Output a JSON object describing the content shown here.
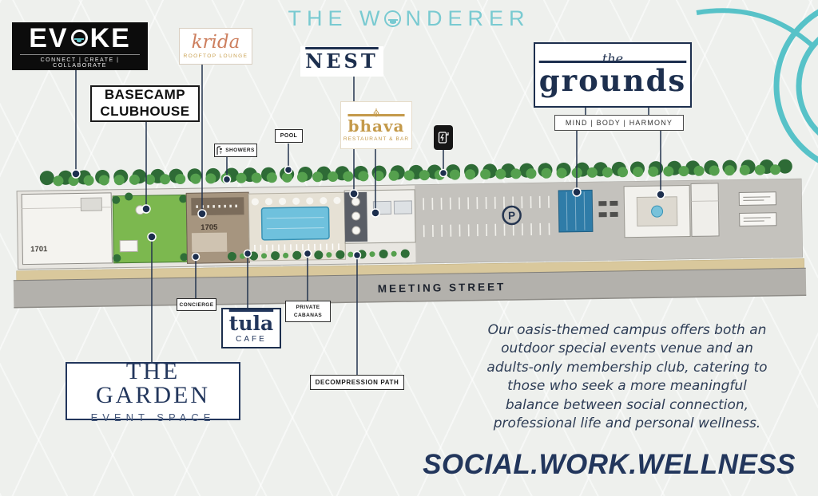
{
  "title": {
    "pre": "THE W",
    "post": "NDERER"
  },
  "logos": {
    "evoke": {
      "pre": "EV",
      "post": "KE",
      "tagline": "CONNECT | CREATE | COLLABORATE"
    },
    "krida": {
      "name": "krida",
      "tagline": "ROOFTOP LOUNGE"
    },
    "basecamp": {
      "line1": "BASECAMP",
      "line2": "CLUBHOUSE"
    },
    "nest": {
      "name": "NEST"
    },
    "bhava": {
      "name": "bhava",
      "tagline": "RESTAURANT & BAR"
    },
    "grounds": {
      "the": "the",
      "name": "grounds",
      "tagline": "MIND | BODY | HARMONY"
    },
    "tula": {
      "name": "tula",
      "sub": "CAFE"
    },
    "garden": {
      "name": "THE GARDEN",
      "sub": "EVENT SPACE"
    }
  },
  "labels": {
    "showers": "SHOWERS",
    "pool": "POOL",
    "concierge": "CONCIERGE",
    "cabanas_line1": "PRIVATE",
    "cabanas_line2": "CABANAS",
    "decompression": "DECOMPRESSION PATH"
  },
  "map": {
    "street": "MEETING STREET",
    "building_1701": "1701",
    "building_1705": "1705",
    "parking_p": "P"
  },
  "description": "Our oasis-themed campus offers both an\noutdoor special events venue and an\nadults-only membership club, catering to\nthose who seek a more meaningful\nbalance between social connection,\nprofessional life and personal wellness.",
  "footer": "SOCIAL.WORK.WELLNESS",
  "colors": {
    "teal": "#5fc3c9",
    "navy": "#1d2f4e",
    "gold": "#c49a4b",
    "salmon": "#cd7f5e"
  }
}
